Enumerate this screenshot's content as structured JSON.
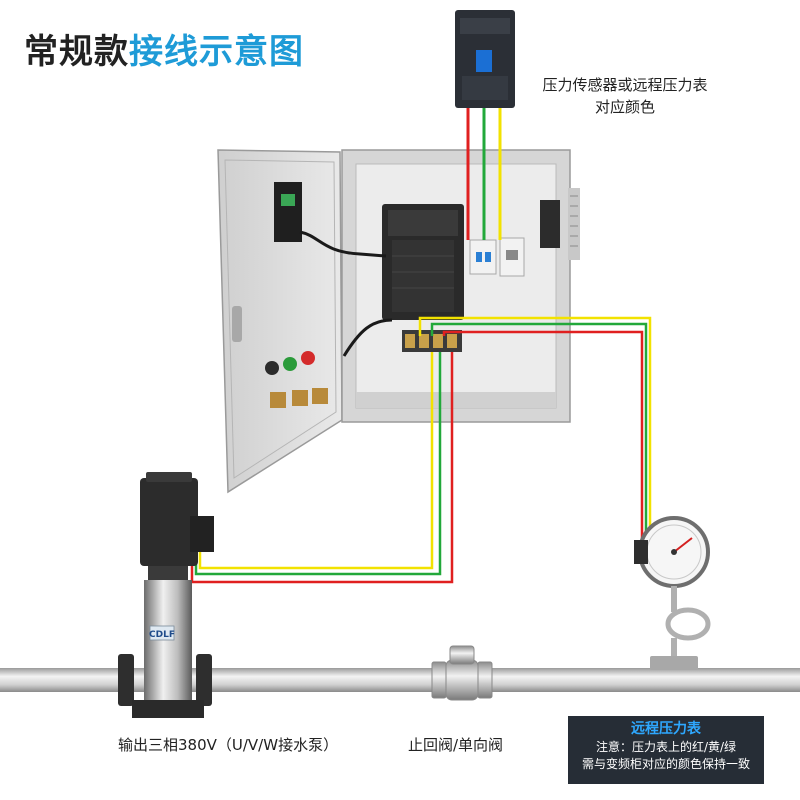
{
  "title": {
    "part1": "常规款",
    "part2": "接线示意图"
  },
  "sensor_label": {
    "line1": "压力传感器或远程压力表",
    "line2": "对应颜色"
  },
  "pump_label": "输出三相380V（U/V/W接水泵）",
  "valve_label": "止回阀/单向阀",
  "note": {
    "heading": "远程压力表",
    "line1": "注意：压力表上的红/黄/绿",
    "line2": "需与变频柜对应的颜色保持一致"
  },
  "pump_nameplate": "CDLF",
  "colors": {
    "title_accent": "#1e9bd7",
    "wire_red": "#e02020",
    "wire_yellow": "#f2e200",
    "wire_green": "#22a83a",
    "note_bg": "#262d36",
    "note_heading": "#2ea8ff"
  }
}
